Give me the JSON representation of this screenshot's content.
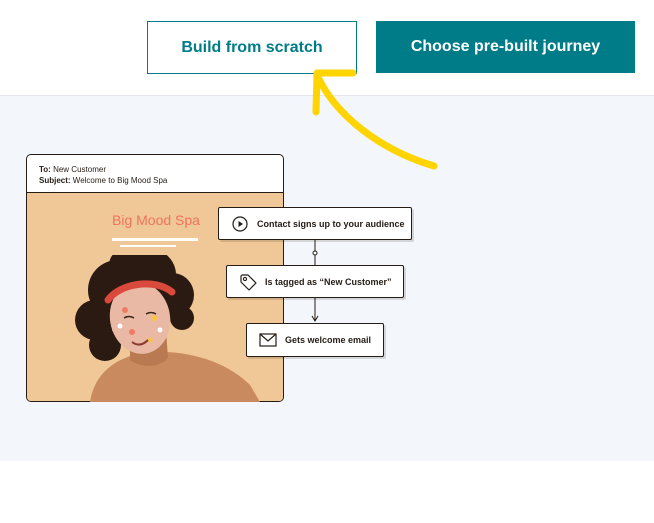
{
  "toolbar": {
    "build_from_scratch_label": "Build from scratch",
    "choose_prebuilt_label": "Choose pre-built journey"
  },
  "email_preview": {
    "to_label": "To:",
    "to_value": "New Customer",
    "subject_label": "Subject:",
    "subject_value": "Welcome to Big Mood Spa",
    "brand_name": "Big Mood Spa"
  },
  "journey_steps": [
    {
      "label": "Contact signs up to your audience",
      "icon": "play-icon"
    },
    {
      "label": "Is tagged as “New Customer”",
      "icon": "tag-icon"
    },
    {
      "label": "Gets welcome email",
      "icon": "envelope-icon"
    }
  ],
  "colors": {
    "brand_teal": "#007c89",
    "arrow_yellow": "#ffd400",
    "illustration_bg": "#f3f6fa",
    "email_body_bg": "#f0c796",
    "spa_name_color": "#f0735e",
    "ink": "#241c15"
  }
}
